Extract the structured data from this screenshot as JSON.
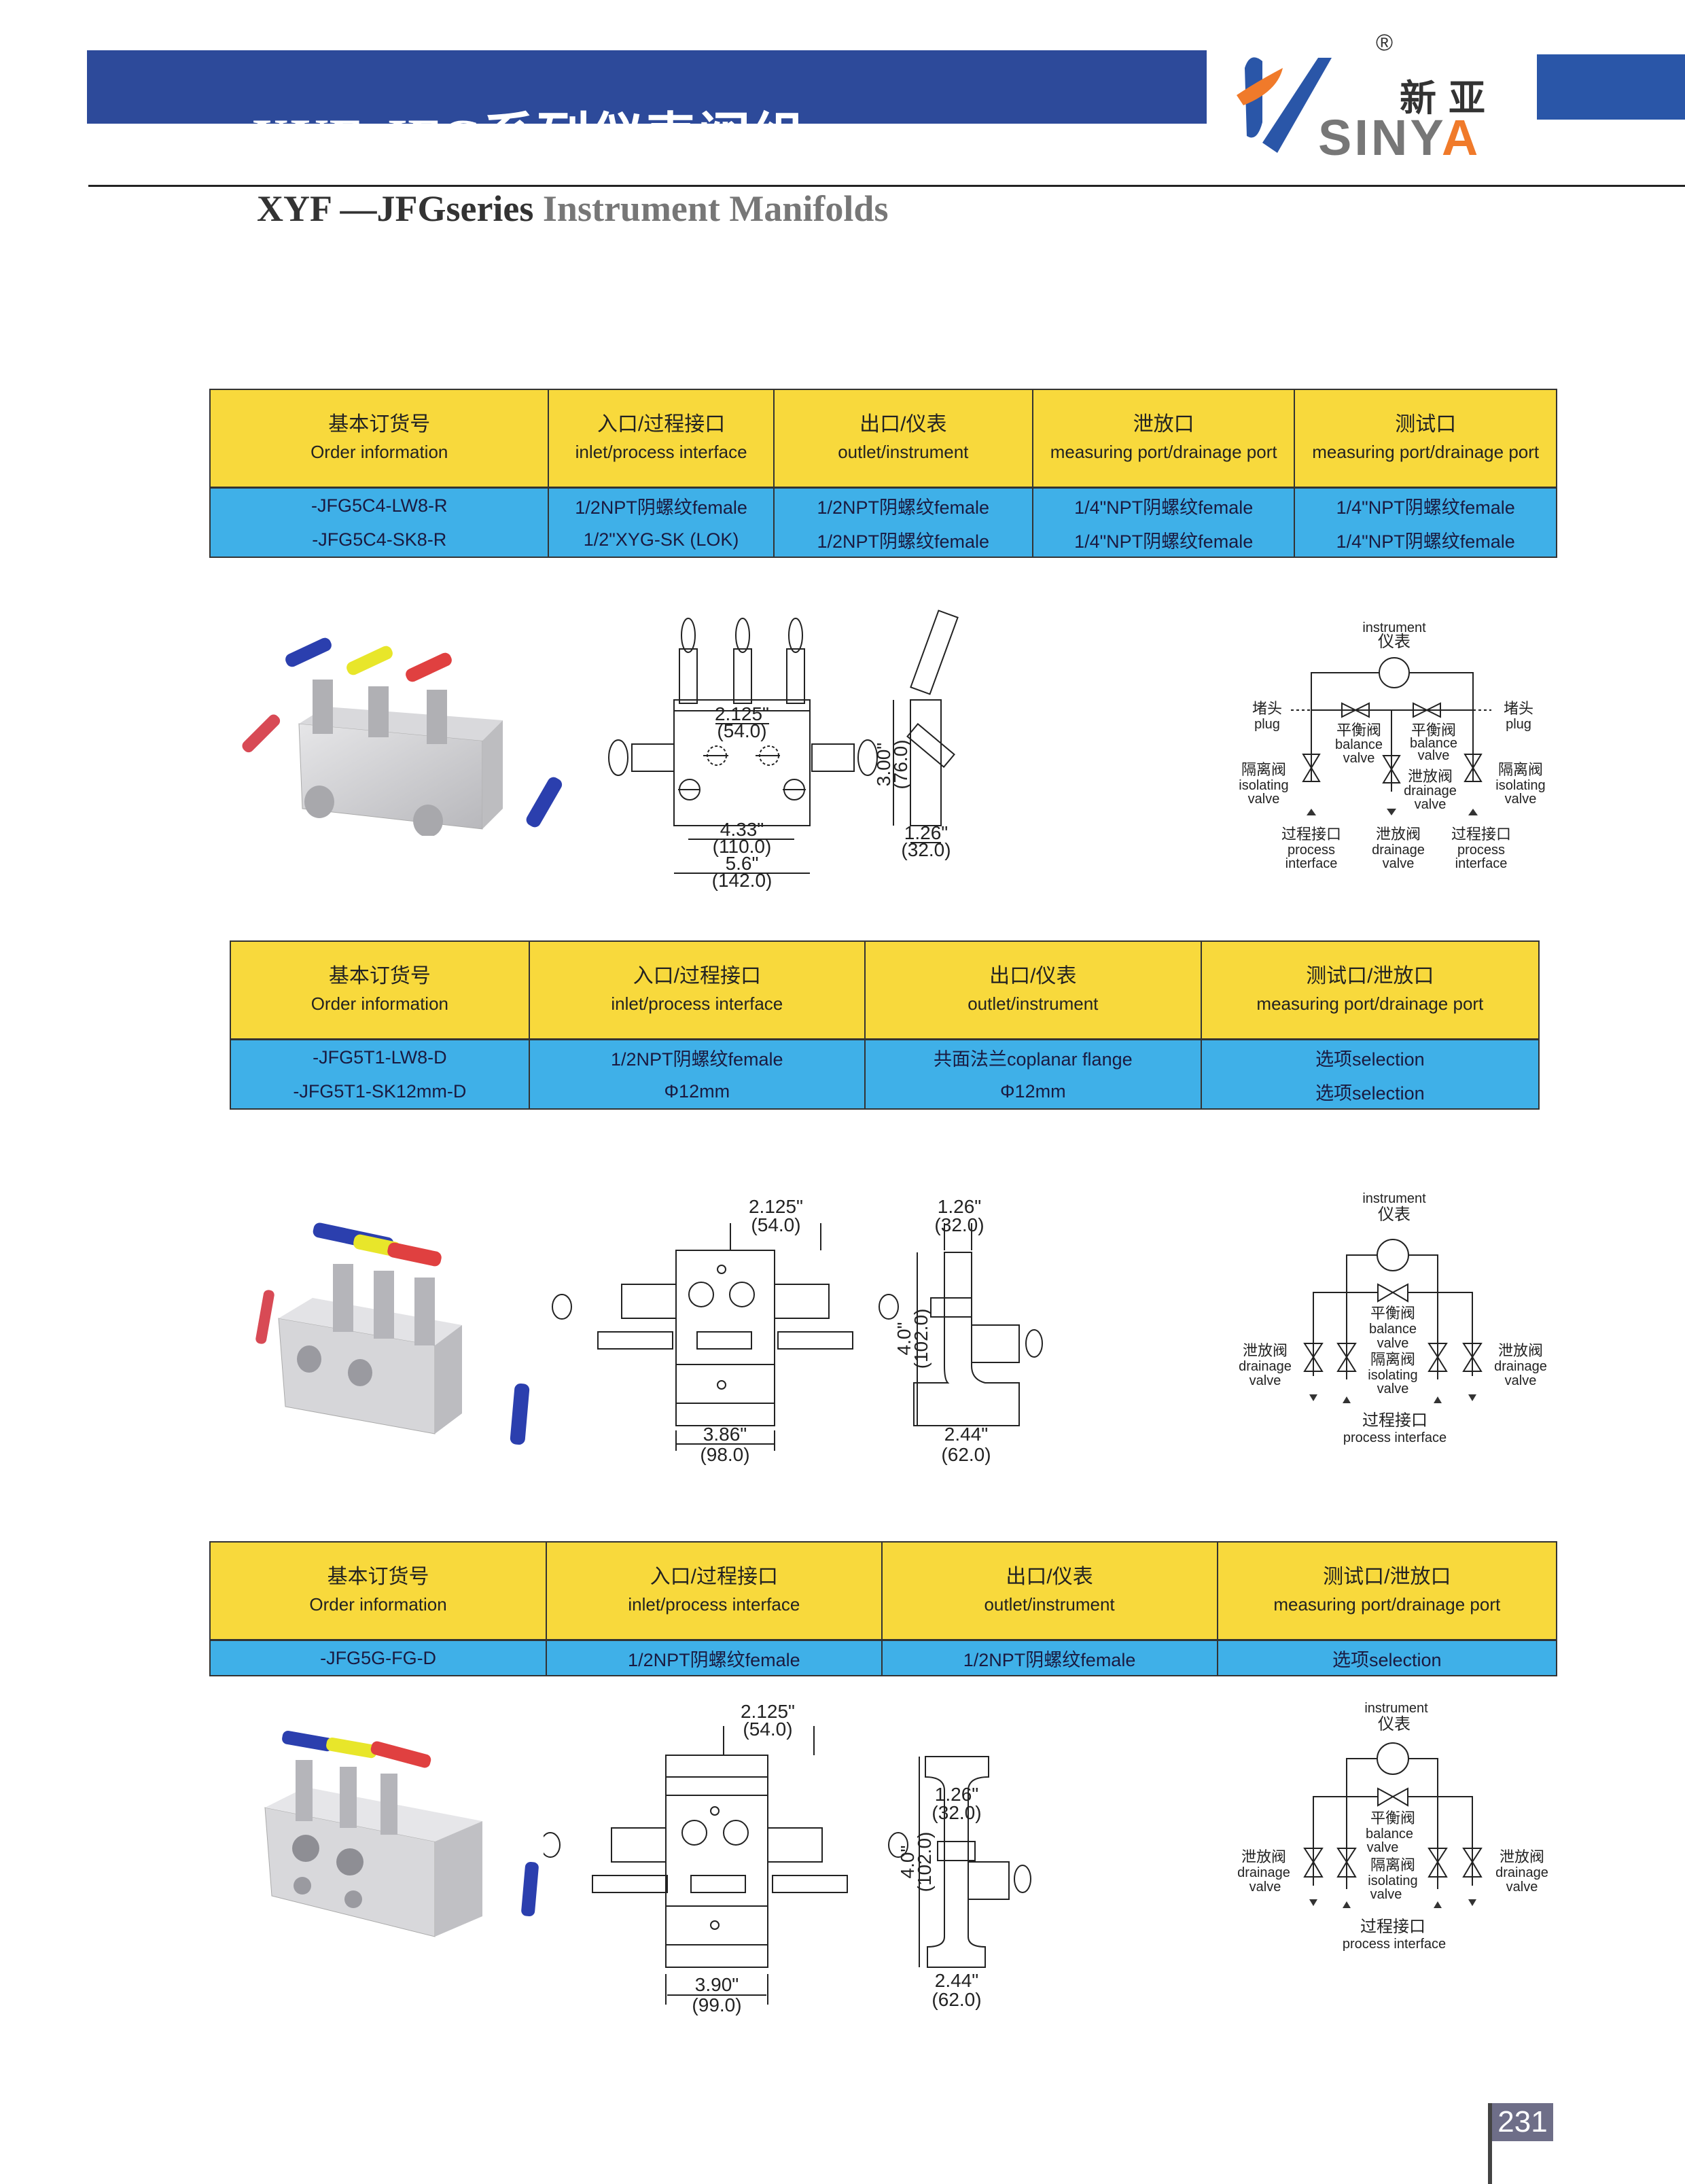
{
  "header": {
    "title_cn": "XYF-JFG系列仪表阀组",
    "subtitle_parts": [
      "XYF —JFG",
      "series ",
      "Instrument ",
      "Manifolds"
    ],
    "brand_cn": "新亚",
    "brand_en_main": "SINY",
    "brand_en_accent": "A",
    "registered_mark": "®"
  },
  "colors": {
    "header_blue": "#2d4a9a",
    "table_header_yellow": "#f8d93c",
    "table_body_blue": "#3fb0e8",
    "logo_orange": "#f07a2a",
    "logo_blue": "#2a56a8",
    "handle_blue": "#2b3fae",
    "handle_yellow": "#e8e62a",
    "handle_red": "#e04040"
  },
  "tables": [
    {
      "headers": [
        {
          "cn": "基本订货号",
          "en": "Order  information"
        },
        {
          "cn": "入口/过程接口",
          "en": "inlet/process  interface"
        },
        {
          "cn": "出口/仪表",
          "en": "outlet/instrument"
        },
        {
          "cn": "泄放口",
          "en": "measuring  port/drainage  port"
        },
        {
          "cn": "测试口",
          "en": "measuring  port/drainage  port"
        }
      ],
      "rows": [
        [
          "-JFG5C4-LW8-R",
          "1/2NPT阴螺纹female",
          "1/2NPT阴螺纹female",
          "1/4\"NPT阴螺纹female",
          "1/4\"NPT阴螺纹female"
        ],
        [
          "-JFG5C4-SK8-R",
          "1/2\"XYG-SK (LOK)",
          "1/2NPT阴螺纹female",
          "1/4\"NPT阴螺纹female",
          "1/4\"NPT阴螺纹female"
        ]
      ]
    },
    {
      "headers": [
        {
          "cn": "基本订货号",
          "en": "Order  information"
        },
        {
          "cn": "入口/过程接口",
          "en": "inlet/process  interface"
        },
        {
          "cn": "出口/仪表",
          "en": "outlet/instrument"
        },
        {
          "cn": "测试口/泄放口",
          "en": "measuring  port/drainage  port"
        }
      ],
      "rows": [
        [
          "-JFG5T1-LW8-D",
          "1/2NPT阴螺纹female",
          "共面法兰coplanar  flange",
          "选项selection"
        ],
        [
          "-JFG5T1-SK12mm-D",
          "Φ12mm",
          "Φ12mm",
          "选项selection"
        ]
      ]
    },
    {
      "headers": [
        {
          "cn": "基本订货号",
          "en": "Order  information"
        },
        {
          "cn": "入口/过程接口",
          "en": "inlet/process  interface"
        },
        {
          "cn": "出口/仪表",
          "en": "outlet/instrument"
        },
        {
          "cn": "测试口/泄放口",
          "en": "measuring  port/drainage  port"
        }
      ],
      "rows": [
        [
          "-JFG5G-FG-D",
          "1/2NPT阴螺纹female",
          "1/2NPT阴螺纹female",
          "选项selection"
        ]
      ]
    }
  ],
  "drawings": [
    {
      "dims": {
        "hole_spacing": [
          "2.125\"",
          "(54.0)"
        ],
        "mount_spacing": [
          "4.33\"",
          "(110.0)"
        ],
        "width": [
          "5.6\"",
          "(142.0)"
        ],
        "height": [
          "3.00\"",
          "(76.0)"
        ],
        "depth": [
          "1.26\"",
          "(32.0)"
        ]
      }
    },
    {
      "dims": {
        "hole_spacing": [
          "2.125\"",
          "(54.0)"
        ],
        "width": [
          "3.86\"",
          "(98.0)"
        ],
        "height": [
          "4.0\"",
          "(102.0)"
        ],
        "depth": [
          "1.26\"",
          "(32.0)"
        ],
        "flange": [
          "2.44\"",
          "(62.0)"
        ]
      }
    },
    {
      "dims": {
        "hole_spacing": [
          "2.125\"",
          "(54.0)"
        ],
        "width": [
          "3.90\"",
          "(99.0)"
        ],
        "height": [
          "4.0\"",
          "(102.0)"
        ],
        "depth": [
          "1.26\"",
          "(32.0)"
        ],
        "flange": [
          "2.44\"",
          "(62.0)"
        ]
      }
    }
  ],
  "schematics": [
    {
      "instrument": [
        "instrument",
        "仪表"
      ],
      "plug_left": [
        "堵头",
        "plug"
      ],
      "plug_right": [
        "堵头",
        "plug"
      ],
      "balance_left": [
        "平衡阀",
        "balance",
        "valve"
      ],
      "balance_right": [
        "平衡阀",
        "balance",
        "valve"
      ],
      "isolating_left": [
        "隔离阀",
        "isolating",
        "valve"
      ],
      "isolating_right": [
        "隔离阀",
        "isolating",
        "valve"
      ],
      "drain_mid": [
        "泄放阀",
        "drainage",
        "valve"
      ],
      "bottom_left": [
        "过程接口",
        "process",
        "interface"
      ],
      "bottom_mid": [
        "泄放阀",
        "drainage",
        "valve"
      ],
      "bottom_right": [
        "过程接口",
        "process",
        "interface"
      ]
    },
    {
      "instrument": [
        "instrument",
        "仪表"
      ],
      "balance": [
        "平衡阀",
        "balance",
        "valve"
      ],
      "isolating": [
        "隔离阀",
        "isolating",
        "valve"
      ],
      "drain_left": [
        "泄放阀",
        "drainage",
        "valve"
      ],
      "drain_right": [
        "泄放阀",
        "drainage",
        "valve"
      ],
      "process": [
        "过程接口",
        "process  interface"
      ]
    },
    {
      "instrument": [
        "instrument",
        "仪表"
      ],
      "balance": [
        "平衡阀",
        "balance",
        "valve"
      ],
      "isolating": [
        "隔离阀",
        "isolating",
        "valve"
      ],
      "drain_left": [
        "泄放阀",
        "drainage",
        "valve"
      ],
      "drain_right": [
        "泄放阀",
        "drainage",
        "valve"
      ],
      "process": [
        "过程接口",
        "process  interface"
      ]
    }
  ],
  "page_number": "231"
}
